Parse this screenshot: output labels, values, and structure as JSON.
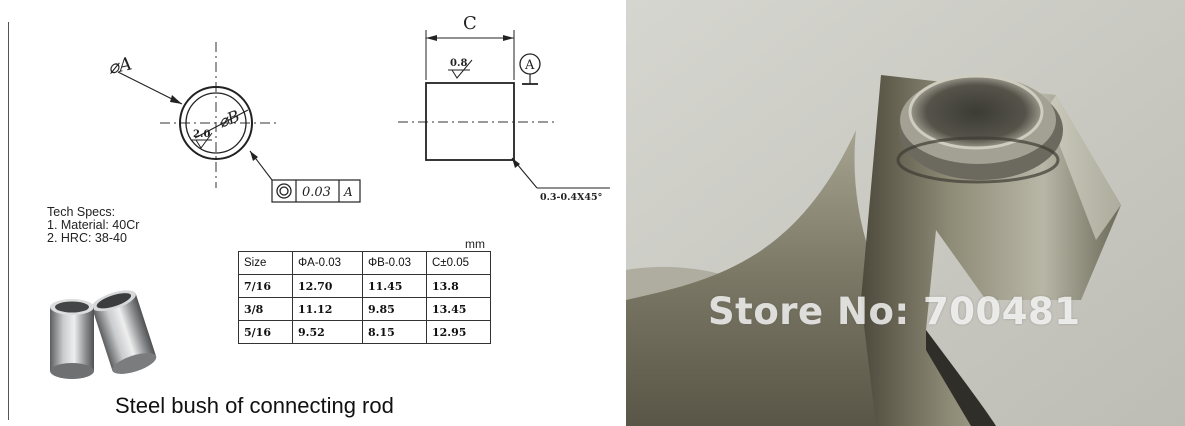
{
  "drawing": {
    "label_a": "⌀A",
    "label_b": "⌀B",
    "label_c": "C",
    "tolerance_ring": "2.0",
    "roughness_side": "0.8",
    "datum": "A",
    "concentricity_value": "0.03",
    "concentricity_datum": "A",
    "chamfer": "0.3-0.4X45°"
  },
  "specs": {
    "heading": "Tech Specs:",
    "line1": "1. Material: 40Cr",
    "line2": "2. HRC: 38-40"
  },
  "table": {
    "unit": "mm",
    "headers": [
      "Size",
      "ΦA-0.03",
      "ΦB-0.03",
      "C±0.05"
    ],
    "rows": [
      [
        "7/16",
        "12.70",
        "11.45",
        "13.8"
      ],
      [
        "3/8",
        "11.12",
        "9.85",
        "13.45"
      ],
      [
        "5/16",
        "9.52",
        "8.15",
        "12.95"
      ]
    ]
  },
  "caption": "Steel bush of connecting rod",
  "watermark": "Store No: 700481"
}
